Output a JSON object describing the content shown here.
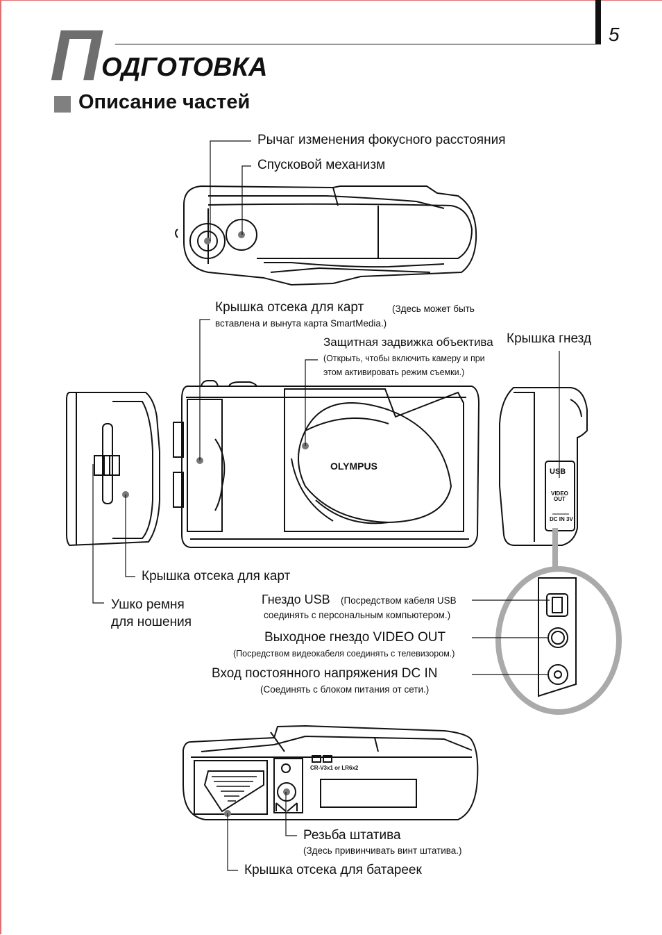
{
  "header": {
    "title_initial": "П",
    "title_rest": "ОДГОТОВКА",
    "subtitle": "Описание частей",
    "page_number": "5"
  },
  "labels": {
    "zoom_lever": "Рычаг изменения фокусного расстояния",
    "shutter_button": "Спусковой механизм",
    "card_cover_top_main": "Крышка отсека для карт",
    "card_cover_top_note1": "(Здесь может быть",
    "card_cover_top_note2": "вставлена и вынута карта SmartMedia.)",
    "lens_barrier_main": "Защитная задвижка объектива",
    "lens_barrier_note1": "(Открыть, чтобы включить камеру и при",
    "lens_barrier_note2": "этом активировать режим съемки.)",
    "connector_cover": "Крышка гнезд",
    "card_cover_side": "Крышка отсека для карт",
    "strap_eyelet_1": "Ушко ремня",
    "strap_eyelet_2": "для ношения",
    "usb_main": "Гнездо USB",
    "usb_note1": "(Посредством кабеля USB",
    "usb_note2": "соединять с персональным компьютером.)",
    "video_out_main": "Выходное гнездо VIDEO OUT",
    "video_out_note": "(Посредством видеокабеля соединять с телевизором.)",
    "dc_in_main": "Вход постоянного напряжения DC IN",
    "dc_in_note": "(Соединять с блоком питания от сети.)",
    "tripod_main": "Резьба штатива",
    "tripod_note": "(Здесь привинчивать винт штатива.)",
    "battery_cover": "Крышка отсека для батареек"
  },
  "camera_markings": {
    "brand": "OLYMPUS",
    "usb": "USB",
    "video_out_1": "VIDEO",
    "video_out_2": "OUT",
    "dc_in": "DC IN 3V",
    "battery_spec": "CR-V3x1 or LR6x2"
  }
}
